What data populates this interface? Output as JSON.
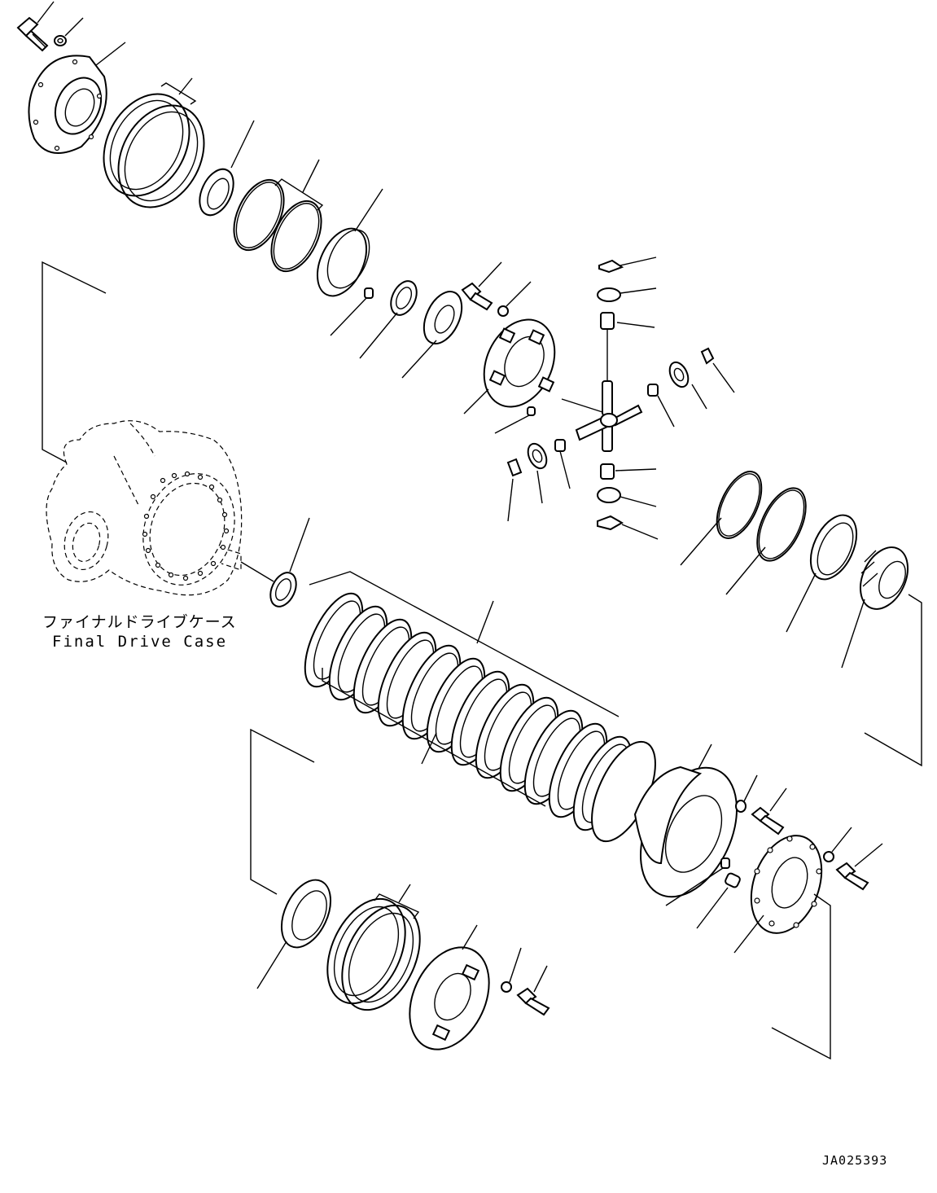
{
  "labels": {
    "case_jp": "ファイナルドライブケース",
    "case_en": "Final Drive Case",
    "drawing_number": "JA025393"
  }
}
